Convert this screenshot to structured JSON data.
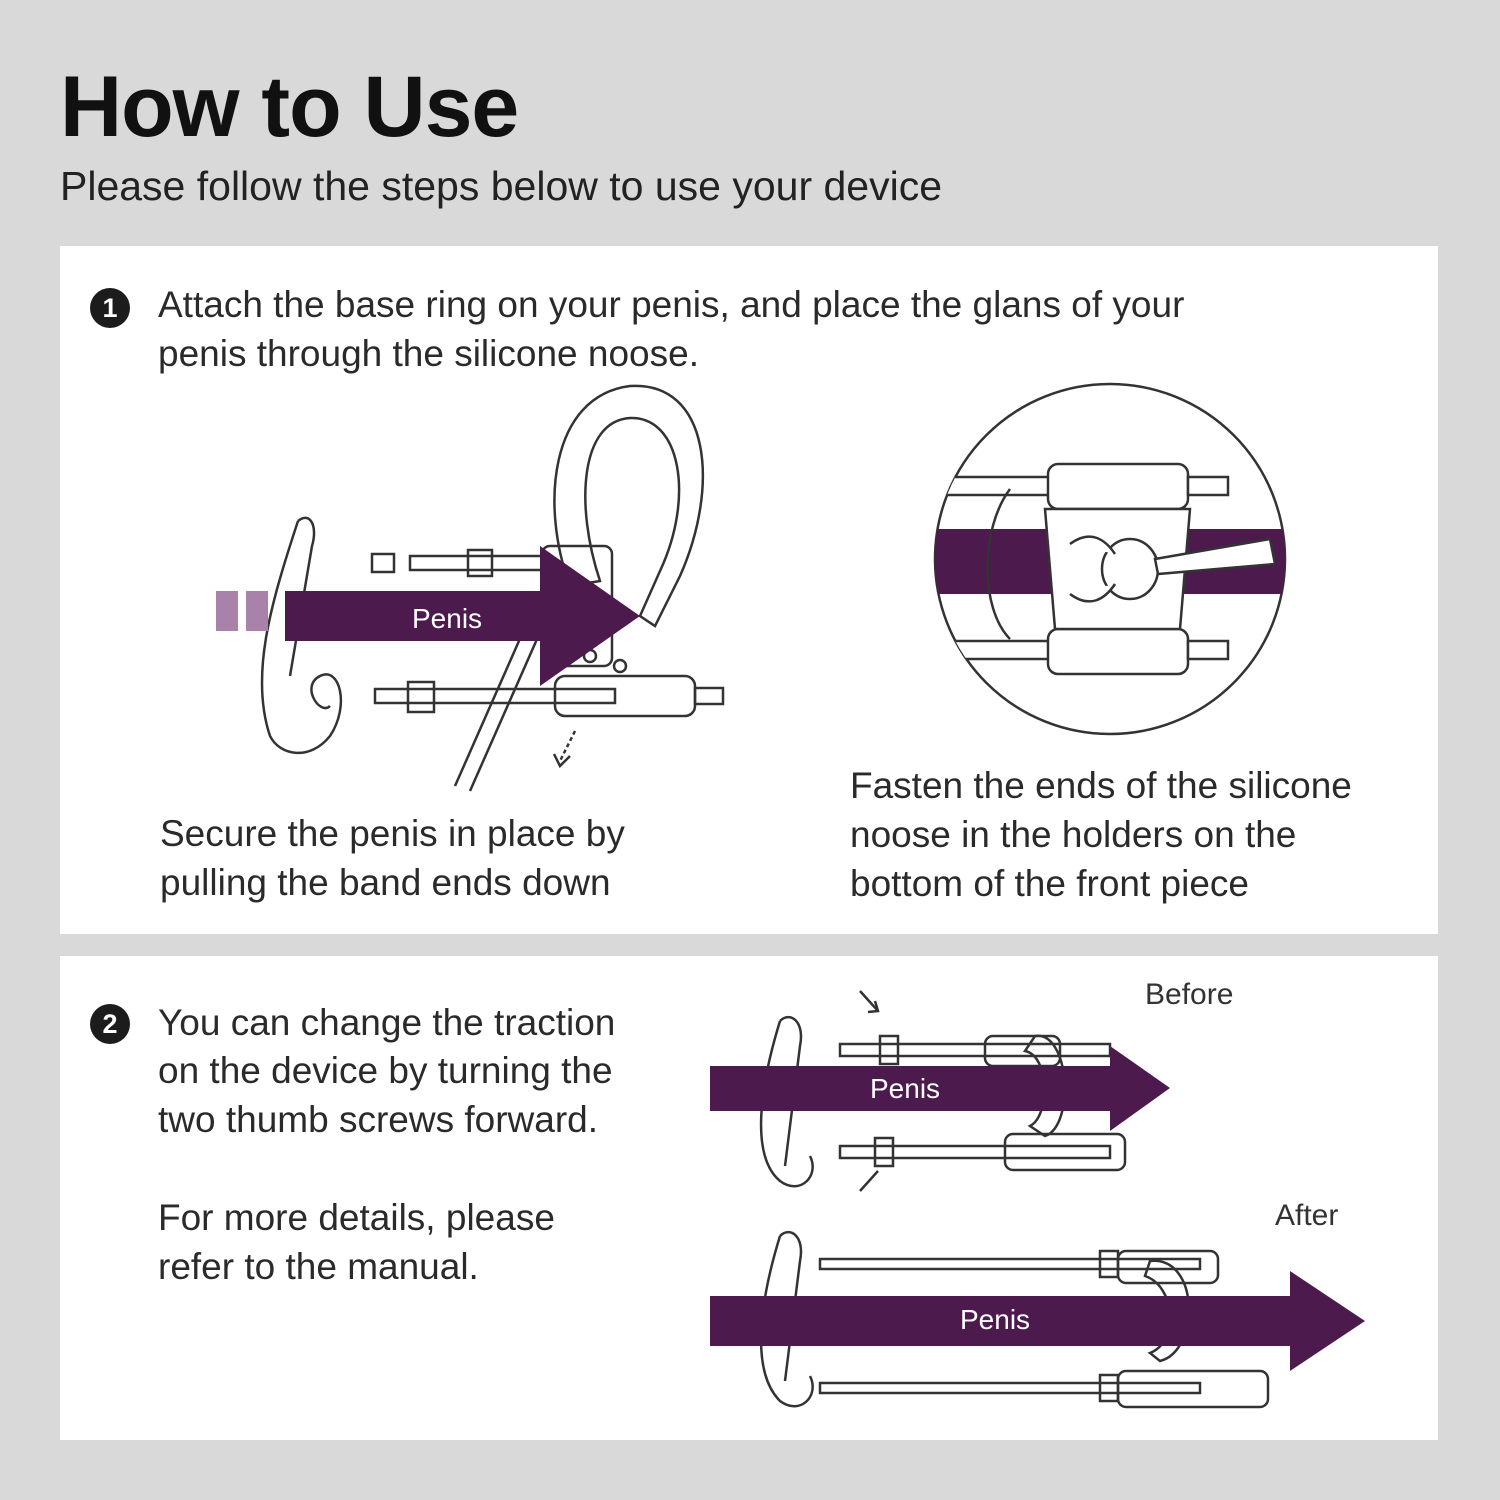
{
  "header": {
    "title": "How to Use",
    "subtitle": "Please follow the steps below to use your device"
  },
  "step1": {
    "number": "1",
    "instruction_line1": "Attach the base ring on your penis, and place the glans of your",
    "instruction_line2": "penis through the silicone noose.",
    "arrow_label": "Penis",
    "caption_left_line1": "Secure the penis in place by",
    "caption_left_line2": "pulling the band ends down",
    "caption_right_line1": "Fasten the ends of the silicone",
    "caption_right_line2": "noose in the holders on the",
    "caption_right_line3": "bottom of the front piece"
  },
  "step2": {
    "number": "2",
    "instruction_line1": "You can change the traction",
    "instruction_line2": "on the device by turning the",
    "instruction_line3": "two thumb screws forward.",
    "note_line1": "For more details, please",
    "note_line2": "refer to the manual.",
    "before_label": "Before",
    "after_label": "After",
    "arrow_label_before": "Penis",
    "arrow_label_after": "Penis"
  },
  "colors": {
    "background": "#d9d9d9",
    "panel": "#ffffff",
    "accent_purple": "#4d1a4d",
    "accent_light_purple": "#a882a8"
  }
}
